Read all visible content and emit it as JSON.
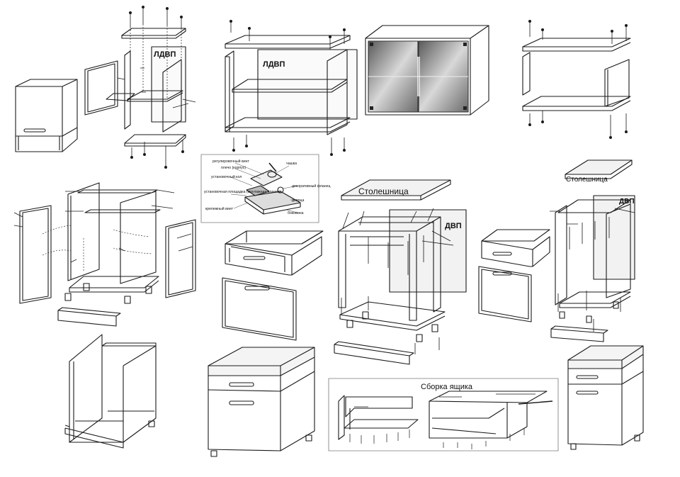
{
  "labels": {
    "ldvp_wall_cabinet": "ЛДВП",
    "ldvp_open_shelf": "ЛДВП",
    "countertop_sink_base": "Столешница",
    "dvp_sink_base": "ДВП",
    "countertop_drawer_base": "Столешница",
    "dvp_drawer_base": "ДВП",
    "drawer_assembly_title": "Сборка ящика"
  },
  "hinge_callouts": [
    "регулировочный винт",
    "плечо (корпус)",
    "установочный кол",
    "установочная площадка (монтажная планка)",
    "крепежный винт",
    "чашка",
    "декоративный фланец",
    "дверца",
    "боковина"
  ],
  "colors": {
    "line": "#1a1a1a",
    "glass": "#9a9a9a",
    "panel": "#f2f2f2"
  }
}
